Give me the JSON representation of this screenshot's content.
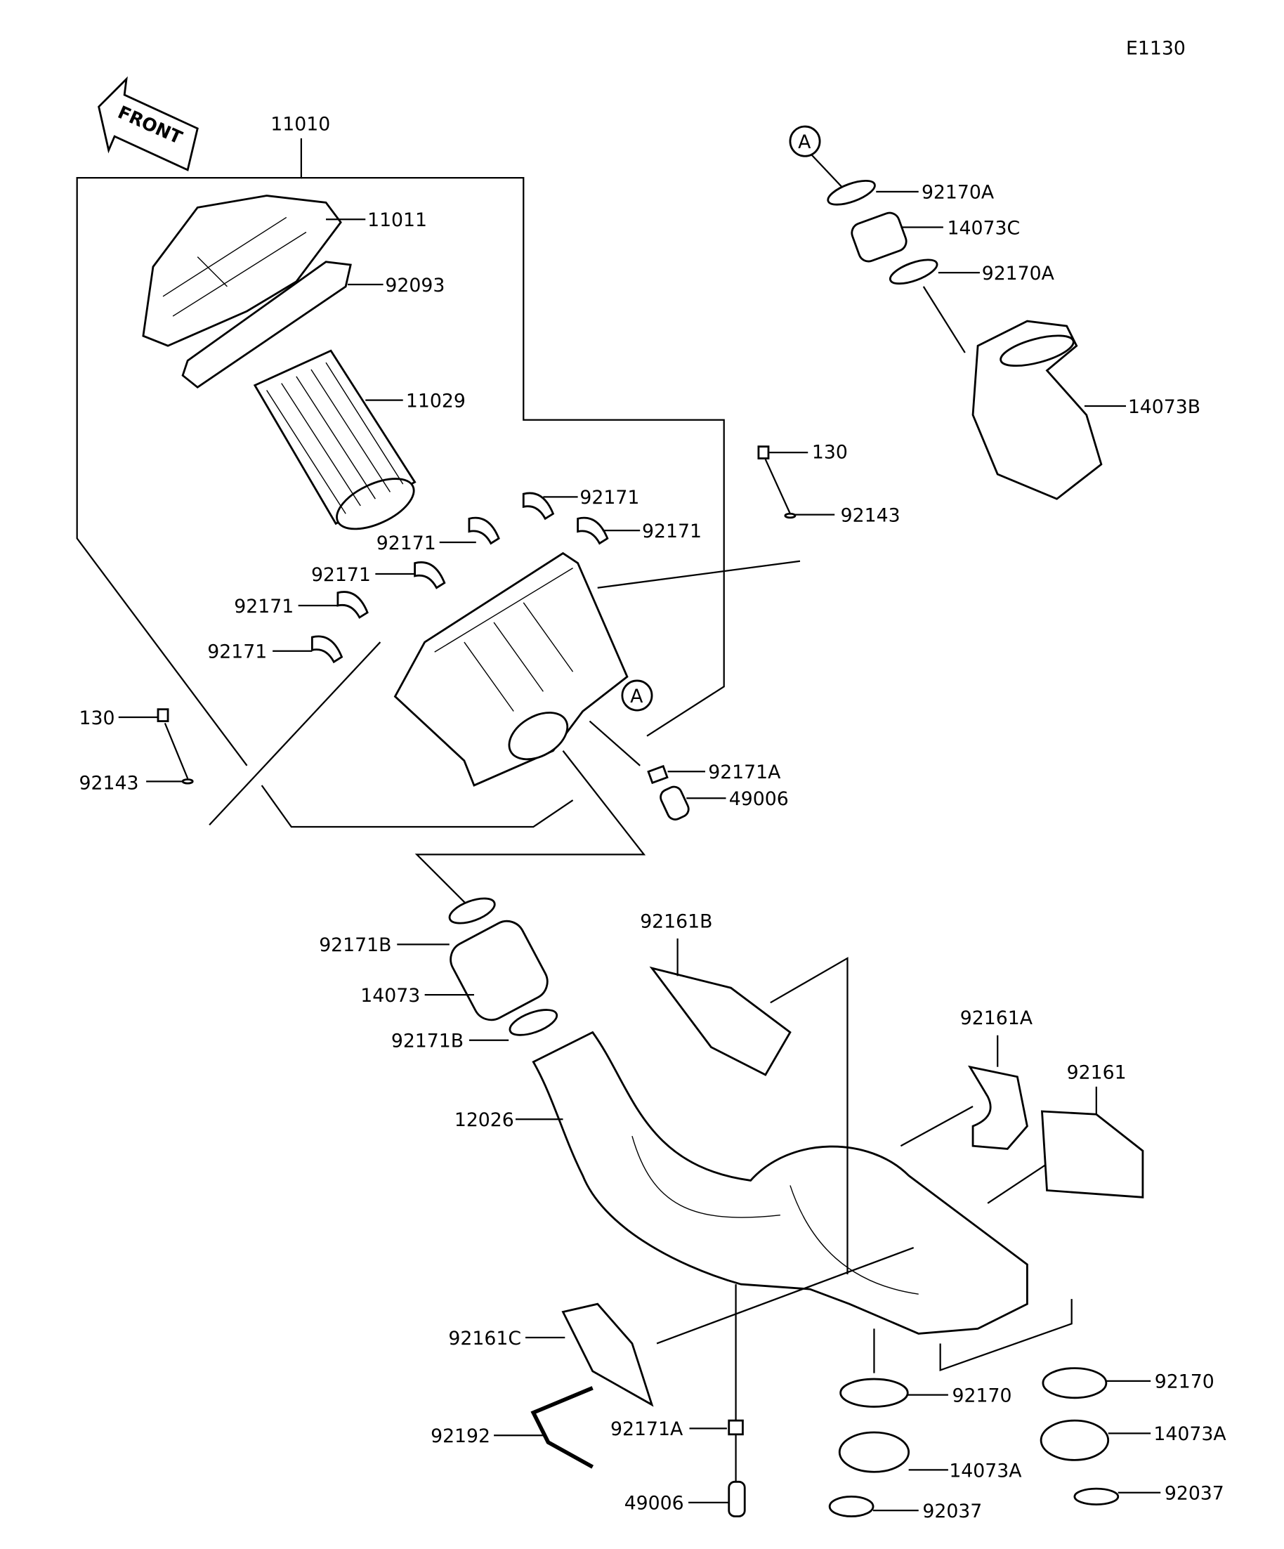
{
  "diagram_code": "E1130",
  "front_label": "FRONT",
  "ref_marker": "A",
  "labels": {
    "p11010": "11010",
    "p11011": "11011",
    "p92093": "92093",
    "p11029": "11029",
    "p92171_1": "92171",
    "p92171_2": "92171",
    "p92171_3": "92171",
    "p92171_4": "92171",
    "p92171_5": "92171",
    "p92171_6": "92171",
    "p130_1": "130",
    "p92143_1": "92143",
    "p130_2": "130",
    "p92143_2": "92143",
    "p92171A_1": "92171A",
    "p49006_1": "49006",
    "p92170A_1": "92170A",
    "p14073C": "14073C",
    "p92170A_2": "92170A",
    "p14073B": "14073B",
    "p92161B": "92161B",
    "p92171B_1": "92171B",
    "p14073": "14073",
    "p92171B_2": "92171B",
    "p92161A": "92161A",
    "p92161": "92161",
    "p12026": "12026",
    "p92161C": "92161C",
    "p92170_1": "92170",
    "p92170_2": "92170",
    "p14073A_1": "14073A",
    "p14073A_2": "14073A",
    "p92037_1": "92037",
    "p92037_2": "92037",
    "p92192": "92192",
    "p92171A_2": "92171A",
    "p49006_2": "49006"
  }
}
